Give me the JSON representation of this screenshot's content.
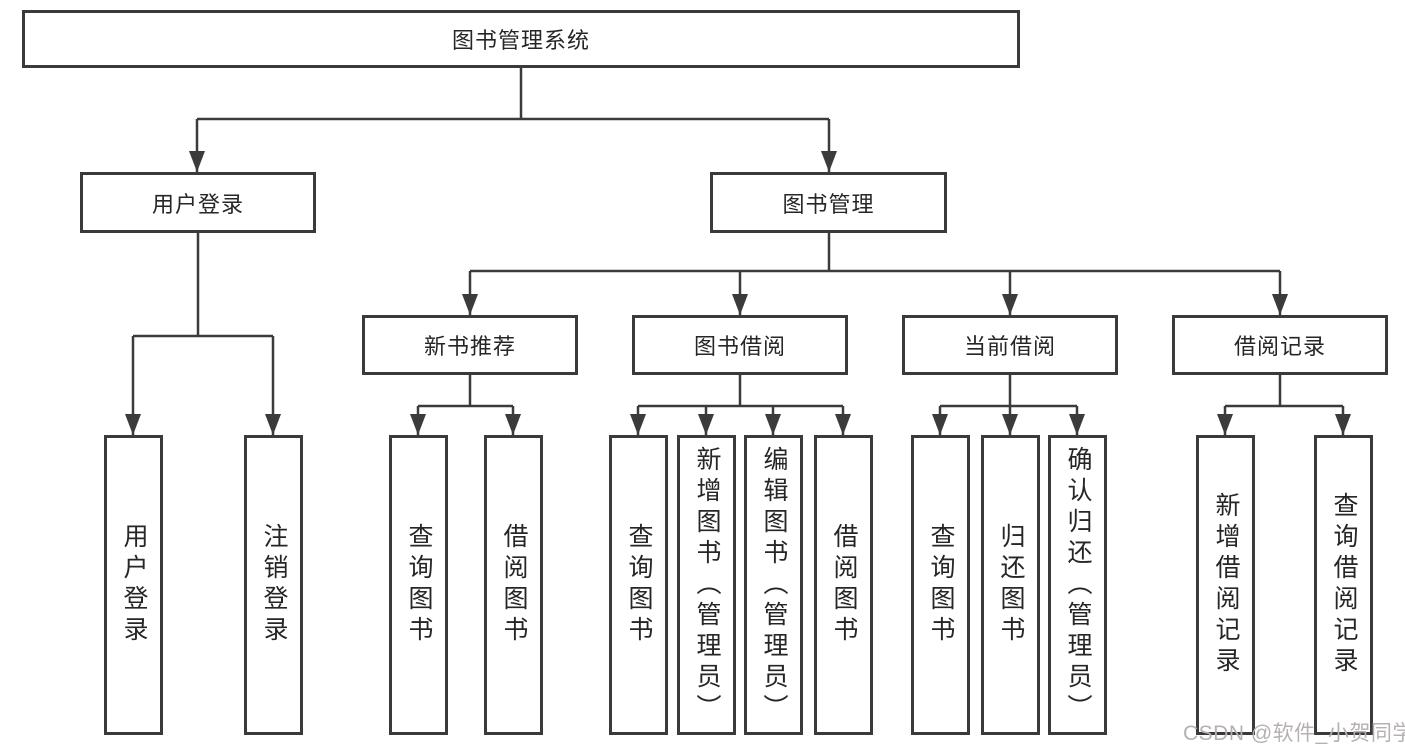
{
  "diagram": {
    "type": "hierarchy-tree",
    "watermark": "CSDN @软件_小贺同学",
    "colors": {
      "background": "#ffffff",
      "line": "#3b3b3b",
      "box_border": "#3a3a3a",
      "text": "#262626",
      "watermark": "#b7b0b0"
    },
    "nodes": {
      "root": "图书管理系统",
      "user_login": "用户登录",
      "book_mgmt": "图书管理",
      "new_book_rec": "新书推荐",
      "book_borrow": "图书借阅",
      "current_borrow": "当前借阅",
      "borrow_records": "借阅记录",
      "leaf_user_login": "用户登录",
      "leaf_logout": "注销登录",
      "leaf_query_book_1": "查询图书",
      "leaf_borrow_book_1": "借阅图书",
      "leaf_query_book_2": "查询图书",
      "leaf_add_book": "新增图书（管理员）",
      "leaf_edit_book": "编辑图书（管理员）",
      "leaf_borrow_book_2": "借阅图书",
      "leaf_query_book_3": "查询图书",
      "leaf_return_book": "归还图书",
      "leaf_confirm_return": "确认归还（管理员）",
      "leaf_add_record": "新增借阅记录",
      "leaf_query_record": "查询借阅记录"
    },
    "hierarchy": {
      "图书管理系统": [
        "用户登录",
        "图书管理"
      ],
      "用户登录": [
        "用户登录",
        "注销登录"
      ],
      "图书管理": [
        "新书推荐",
        "图书借阅",
        "当前借阅",
        "借阅记录"
      ],
      "新书推荐": [
        "查询图书",
        "借阅图书"
      ],
      "图书借阅": [
        "查询图书",
        "新增图书（管理员）",
        "编辑图书（管理员）",
        "借阅图书"
      ],
      "当前借阅": [
        "查询图书",
        "归还图书",
        "确认归还（管理员）"
      ],
      "借阅记录": [
        "新增借阅记录",
        "查询借阅记录"
      ]
    }
  }
}
